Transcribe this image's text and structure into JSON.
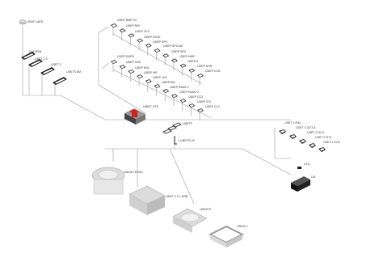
{
  "diagram": {
    "colors": {
      "line": "#9a9a9a",
      "part_dark": "#1e1e1e",
      "part_light": "#dcdcdc",
      "accent_red": "#cc2222"
    },
    "labels": {
      "top_cover": "UDAF-UAT8",
      "left_group": [
        "UAF.BSB",
        "USET 2 3",
        "USET 3",
        "USETS 6M"
      ],
      "top_group_a": [
        "UDEF RMP 24",
        "UDEF R40",
        "UDEP 2C3",
        "UDEP D2UE",
        "UDEP SPK",
        "UDEP SPCOM",
        "UDEP SP4",
        "UDEP HMP",
        "UDEP E",
        "UDEP DFR",
        "UDEP CCB"
      ],
      "top_group_b": [
        "UDEP DGR3",
        "UDEP HAS",
        "UDEP KBL",
        "UDEP HR",
        "UDEP LKX",
        "UDEP RM",
        "UDEP RAM2 2",
        "UDEP RAM2 2",
        "UDEP CC2",
        "UDEP 374",
        "UDEP CLX"
      ],
      "center_box": "UNIET GTE",
      "center_frames": "UNETF",
      "center_bracket": "1 UNETS UZ",
      "right_group": [
        "USET 2 R3C",
        "USET 1 GOT A",
        "USET 2 GC3",
        "USET 2 G72",
        "USET 2 KLR"
      ],
      "right_small": "UTD",
      "right_block": "UD",
      "bottom_round": "UDEUH R NIO",
      "bottom_box": "UDKT V E • UNB",
      "bottom_round_frame": "UDKD R",
      "bottom_frame": "UDKD V"
    }
  }
}
